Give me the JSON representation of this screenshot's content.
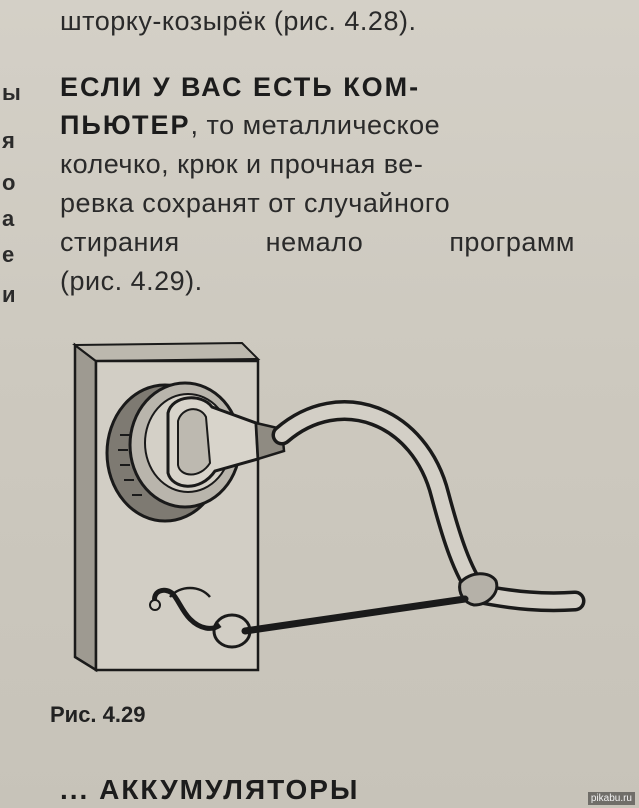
{
  "top_fragment": "шторку-козырёк (рис. 4.28).",
  "paragraph": {
    "lead_line1": "ЕСЛИ У ВАС ЕСТЬ КОМ-",
    "lead_line2_bold": "ПЬЮТЕР",
    "line2_rest": ", то металлическое",
    "line3": "колечко, крюк и прочная ве-",
    "line4": "ревка сохранят от случайного",
    "line5_words": [
      "стирания",
      "немало",
      "программ"
    ],
    "line6": "(рис. 4.29)."
  },
  "left_margin_chars": [
    "ы",
    "я",
    "о",
    "а",
    "е",
    "и"
  ],
  "figure": {
    "caption": "Рис. 4.29",
    "colors": {
      "ink": "#1a1a1a",
      "panel": "#d6d2c9",
      "shade": "#9a968d"
    }
  },
  "bottom_heading": "... АККУМУЛЯТОРЫ",
  "watermark": "pikabu.ru"
}
